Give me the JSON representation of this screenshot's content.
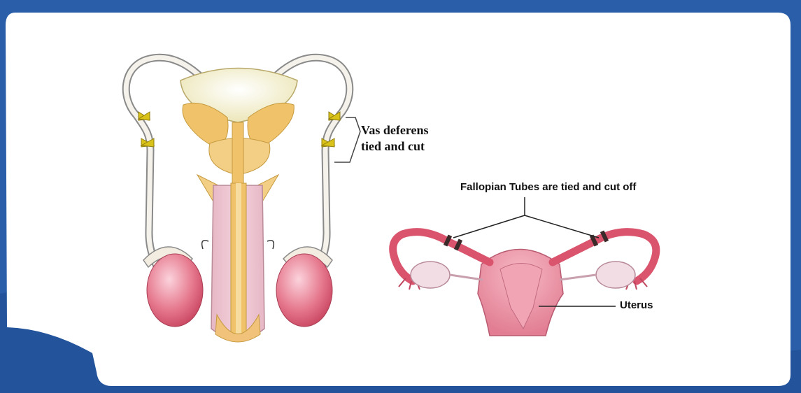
{
  "labels": {
    "vas_line1": "Vas deferens",
    "vas_line2": "tied and cut",
    "fallopian": "Fallopian Tubes are tied and cut off",
    "uterus": "Uterus"
  },
  "colors": {
    "background_blue": "#2a5ea8",
    "card": "#ffffff",
    "bladder": "#f2eecb",
    "prostate": "#f0c26a",
    "testis": "#e06a80",
    "uterus_pink": "#e8889a",
    "tube_pink": "#d9546c",
    "ovary": "#f1dde3",
    "duct_outline": "#8a8a8a",
    "tie_yellow": "#d9c21a"
  }
}
